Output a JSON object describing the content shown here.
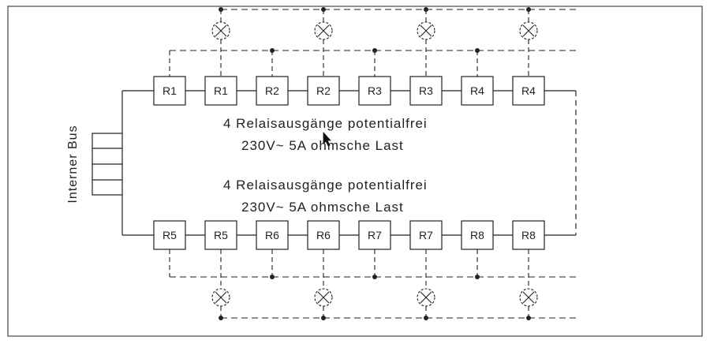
{
  "bus_label": "Interner Bus",
  "upper_block": {
    "line1": "4 Relaisausgänge potentialfrei",
    "line2": "230V~ 5A ohmsche Last"
  },
  "lower_block": {
    "line1": "4 Relaisausgänge potentialfrei",
    "line2": "230V~ 5A ohmsche Last"
  },
  "relays_top": [
    "R1",
    "R1",
    "R2",
    "R2",
    "R3",
    "R3",
    "R4",
    "R4"
  ],
  "relays_bottom": [
    "R5",
    "R5",
    "R6",
    "R6",
    "R7",
    "R7",
    "R8",
    "R8"
  ],
  "colors": {
    "line": "#222222",
    "frame": "#444444",
    "background": "#ffffff"
  },
  "icons": {
    "lamp": "lamp-icon",
    "cursor": "mouse-cursor-icon"
  }
}
